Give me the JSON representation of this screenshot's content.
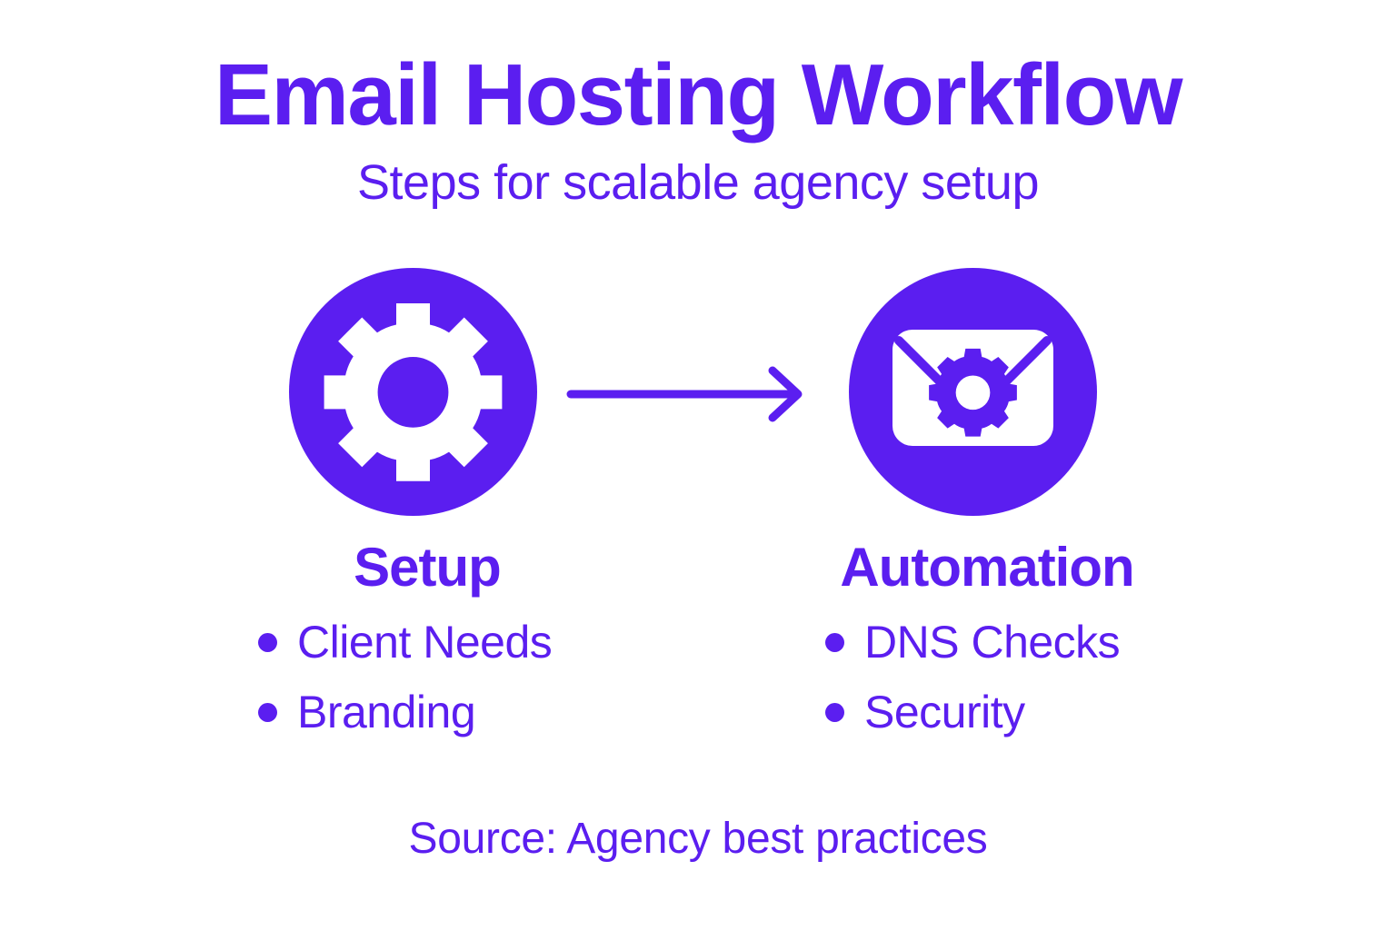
{
  "theme": {
    "accent": "#5b1ef0",
    "background": "#ffffff",
    "icon_fill": "#ffffff"
  },
  "header": {
    "title": "Email Hosting Workflow",
    "subtitle": "Steps for scalable agency setup"
  },
  "flow": {
    "connector": "arrow-right",
    "nodes": [
      {
        "id": "setup",
        "icon": "gear-icon",
        "heading": "Setup",
        "bullets": [
          {
            "label": "Client Needs"
          },
          {
            "label": "Branding"
          }
        ]
      },
      {
        "id": "automation",
        "icon": "email-gear-icon",
        "heading": "Automation",
        "bullets": [
          {
            "label": "DNS Checks"
          },
          {
            "label": "Security"
          }
        ]
      }
    ]
  },
  "footer": {
    "source": "Source: Agency best practices"
  }
}
